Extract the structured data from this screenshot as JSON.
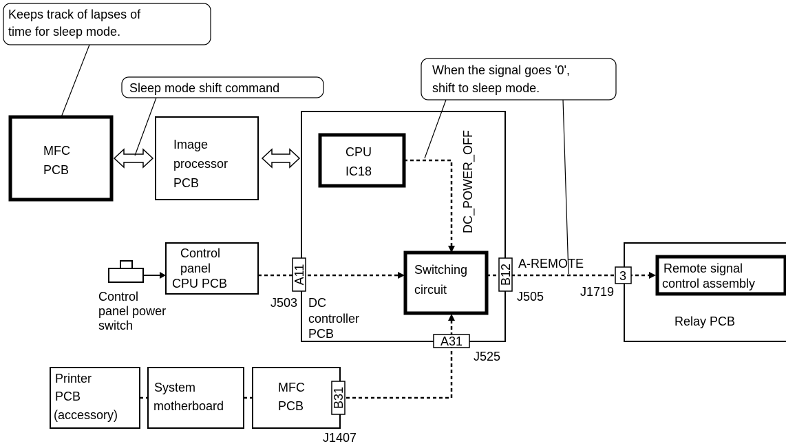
{
  "callouts": {
    "sleep_timer": [
      "Keeps track of lapses of",
      "time for sleep mode."
    ],
    "shift_command": "Sleep mode shift command",
    "signal_zero": [
      "When the signal goes '0',",
      "shift to sleep mode."
    ]
  },
  "blocks": {
    "mfc_pcb_top": [
      "MFC",
      "PCB"
    ],
    "image_processor": [
      "Image",
      "processor",
      "PCB"
    ],
    "cpu": [
      "CPU",
      "IC18"
    ],
    "switching_circuit": [
      "Switching",
      "circuit"
    ],
    "control_panel_cpu": [
      "Control",
      "panel",
      "CPU PCB"
    ],
    "remote_signal": [
      "Remote signal",
      "control assembly"
    ],
    "relay_pcb": "Relay PCB",
    "dc_controller": [
      "DC",
      "controller",
      "PCB"
    ],
    "printer_pcb": [
      "Printer",
      "PCB",
      "(accessory)"
    ],
    "system_motherboard": [
      "System",
      "motherboard"
    ],
    "mfc_pcb_bottom": [
      "MFC",
      "PCB"
    ],
    "power_switch": [
      "Control",
      "panel power",
      "switch"
    ]
  },
  "signals": {
    "dc_power_off": "DC_POWER_OFF",
    "a_remote": "A-REMOTE"
  },
  "connectors": {
    "a11": "A11",
    "b12": "B12",
    "a31": "A31",
    "b31": "B31",
    "pin3": "3",
    "j503": "J503",
    "j505": "J505",
    "j525": "J525",
    "j1719": "J1719",
    "j1407": "J1407"
  }
}
